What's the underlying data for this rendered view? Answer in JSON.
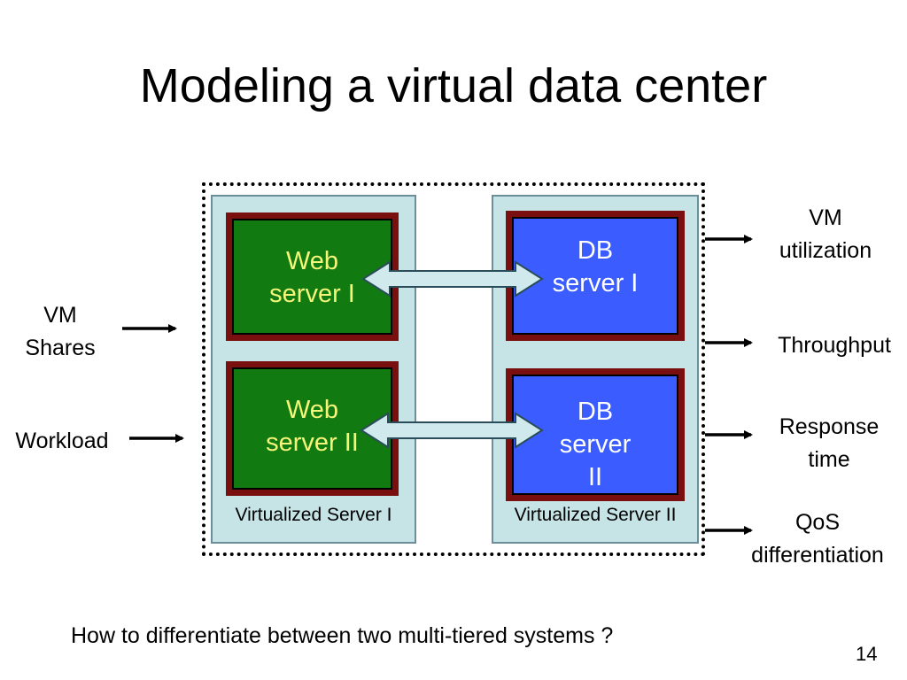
{
  "title": "Modeling a virtual data center",
  "servers": [
    {
      "label": "Virtualized Server I"
    },
    {
      "label": "Virtualized Server II"
    }
  ],
  "vms": {
    "web1": [
      "Web",
      "server I"
    ],
    "web2": [
      "Web",
      "server II"
    ],
    "db1": [
      "DB",
      "server I"
    ],
    "db2": [
      "DB",
      "server",
      "II"
    ]
  },
  "inputs": {
    "vm_shares": [
      "VM",
      "Shares"
    ],
    "workload": "Workload"
  },
  "outputs": {
    "vm_utilization": [
      "VM",
      "utilization"
    ],
    "throughput": "Throughput",
    "response_time": [
      "Response",
      "time"
    ],
    "qos": [
      "QoS",
      "differentiation"
    ]
  },
  "footer": {
    "question": "How to differentiate between two multi-tiered systems ?",
    "page_number": "14"
  },
  "colors": {
    "panel_fill": "#c6e3e6",
    "web_fill": "#117a11",
    "web_text": "#f5f57a",
    "db_fill": "#3b5cff",
    "vm_border": "#7a0f0f",
    "connector_fill": "#cfe9ec"
  }
}
